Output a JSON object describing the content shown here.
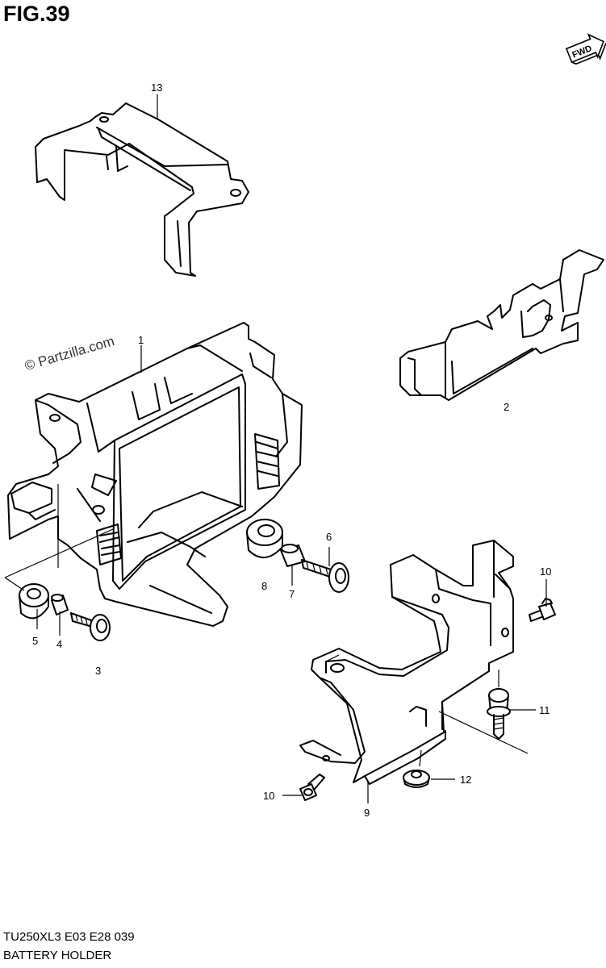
{
  "figure": {
    "title": "FIG.39",
    "fwd_label": "FWD",
    "watermark": "© Partzilla.com"
  },
  "footer": {
    "model_code": "TU250XL3  E03  E28  039",
    "name": "BATTERY HOLDER"
  },
  "callouts": [
    "13",
    "1",
    "2",
    "3",
    "4",
    "5",
    "6",
    "7",
    "8",
    "9",
    "10",
    "10",
    "11",
    "12"
  ]
}
